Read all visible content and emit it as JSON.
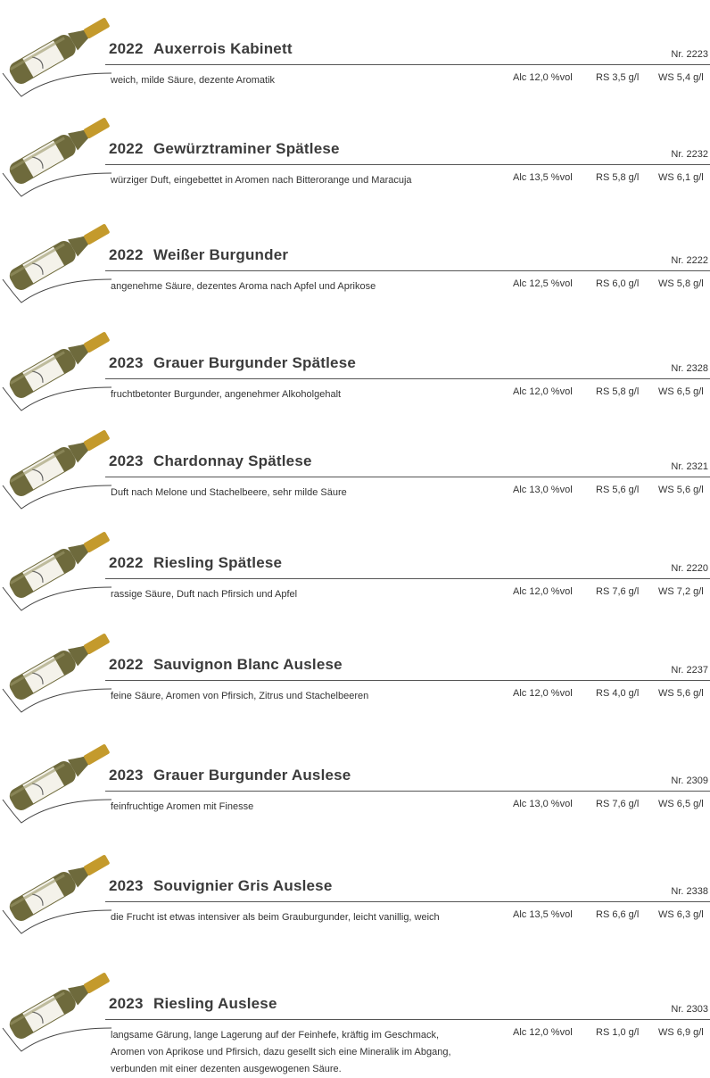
{
  "wines": [
    {
      "year": "2022",
      "name": "Auxerrois Kabinett",
      "nr": "Nr. 2223",
      "desc": "weich, milde Säure, dezente Aromatik",
      "alc": "Alc 12,0 %vol",
      "rs": "RS 3,5 g/l",
      "ws": "WS 5,4 g/l"
    },
    {
      "year": "2022",
      "name": "Gewürztraminer Spätlese",
      "nr": "Nr. 2232",
      "desc": "würziger Duft, eingebettet in Aromen nach Bitterorange und Maracuja",
      "alc": "Alc 13,5 %vol",
      "rs": "RS 5,8 g/l",
      "ws": "WS 6,1 g/l"
    },
    {
      "year": "2022",
      "name": "Weißer Burgunder",
      "nr": "Nr. 2222",
      "desc": "angenehme Säure, dezentes Aroma nach Apfel und Aprikose",
      "alc": "Alc 12,5 %vol",
      "rs": "RS 6,0 g/l",
      "ws": "WS 5,8 g/l"
    },
    {
      "year": "2023",
      "name": "Grauer Burgunder Spätlese",
      "nr": "Nr. 2328",
      "desc": "fruchtbetonter Burgunder, angenehmer Alkoholgehalt",
      "alc": "Alc 12,0 %vol",
      "rs": "RS 5,8 g/l",
      "ws": "WS 6,5 g/l"
    },
    {
      "year": "2023",
      "name": "Chardonnay Spätlese",
      "nr": "Nr. 2321",
      "desc": "Duft nach Melone und Stachelbeere, sehr milde Säure",
      "alc": "Alc 13,0 %vol",
      "rs": "RS 5,6 g/l",
      "ws": "WS 5,6 g/l"
    },
    {
      "year": "2022",
      "name": "Riesling Spätlese",
      "nr": "Nr. 2220",
      "desc": "rassige Säure, Duft nach Pfirsich und Apfel",
      "alc": "Alc 12,0 %vol",
      "rs": "RS 7,6 g/l",
      "ws": "WS 7,2 g/l"
    },
    {
      "year": "2022",
      "name": "Sauvignon Blanc Auslese",
      "nr": "Nr. 2237",
      "desc": "feine Säure, Aromen von Pfirsich, Zitrus und Stachelbeeren",
      "alc": "Alc 12,0 %vol",
      "rs": "RS 4,0 g/l",
      "ws": "WS 5,6 g/l"
    },
    {
      "year": "2023",
      "name": "Grauer Burgunder Auslese",
      "nr": "Nr. 2309",
      "desc": "feinfruchtige Aromen mit Finesse",
      "alc": "Alc 13,0 %vol",
      "rs": "RS 7,6 g/l",
      "ws": "WS 6,5 g/l"
    },
    {
      "year": "2023",
      "name": "Souvignier Gris Auslese",
      "nr": "Nr. 2338",
      "desc": "die Frucht ist etwas intensiver als beim Grauburgunder, leicht vanillig, weich",
      "alc": "Alc 13,5 %vol",
      "rs": "RS 6,6 g/l",
      "ws": "WS 6,3 g/l"
    },
    {
      "year": "2023",
      "name": "Riesling Auslese",
      "nr": "Nr. 2303",
      "desc": "langsame Gärung, lange Lagerung auf der Feinhefe, kräftig im Geschmack,\nAromen von Aprikose und Pfirsich, dazu gesellt sich eine Mineralik im Abgang,\nverbunden mit einer dezenten ausgewogenen Säure.",
      "alc": "Alc 12,0 %vol",
      "rs": "RS 1,0 g/l",
      "ws": "WS 6,9 g/l"
    }
  ],
  "icons": {
    "bottle": "wine-bottle-icon"
  },
  "colors": {
    "bottle_glass": "#6e6a3c",
    "bottle_cap": "#c49a2c",
    "label": "#f4f2ea",
    "text": "#333333"
  }
}
